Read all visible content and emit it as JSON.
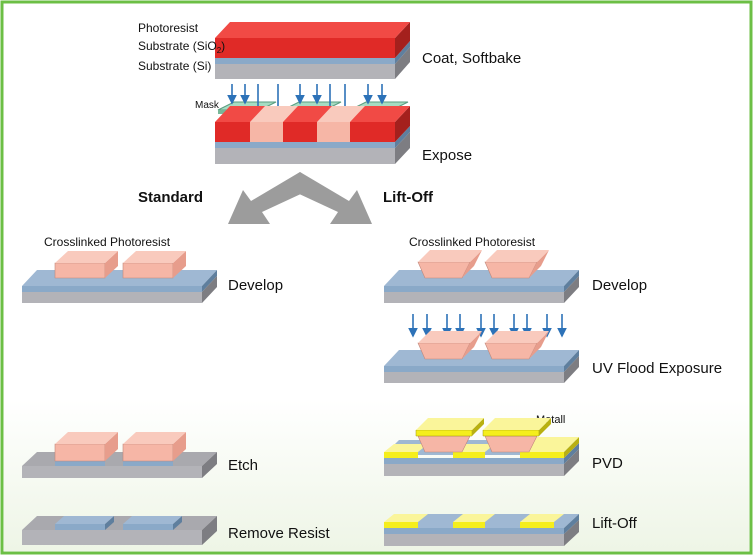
{
  "colors": {
    "frame": "#6cbf45",
    "photoresist": "#e02a27",
    "exposed_resist": "#f6b6a6",
    "oxide": "#8aa9c8",
    "silicon": "#b3b3b8",
    "mask": "#a6dcc2",
    "metal": "#f5ee1c",
    "arrow": "#2d72b8",
    "flow_arrow": "#9c9c9c"
  },
  "top": {
    "layer_photoresist": "Photoresist",
    "layer_oxide_prefix": "Substrate (SiO",
    "layer_oxide_sub": "2",
    "layer_oxide_suffix": ")",
    "layer_silicon": "Substrate (Si)",
    "step_coat": "Coat, Softbake",
    "mask_label": "Mask",
    "step_expose": "Expose"
  },
  "branches": {
    "standard": "Standard",
    "liftoff": "Lift-Off"
  },
  "standard": {
    "resist_label": "Crosslinked Photoresist",
    "step_develop": "Develop",
    "step_etch": "Etch",
    "step_remove": "Remove Resist"
  },
  "liftoff": {
    "resist_label": "Crosslinked Photoresist",
    "step_develop": "Develop",
    "step_flood": "UV Flood Exposure",
    "metal_label": "Metall",
    "step_pvd": "PVD",
    "step_liftoff": "Lift-Off"
  }
}
